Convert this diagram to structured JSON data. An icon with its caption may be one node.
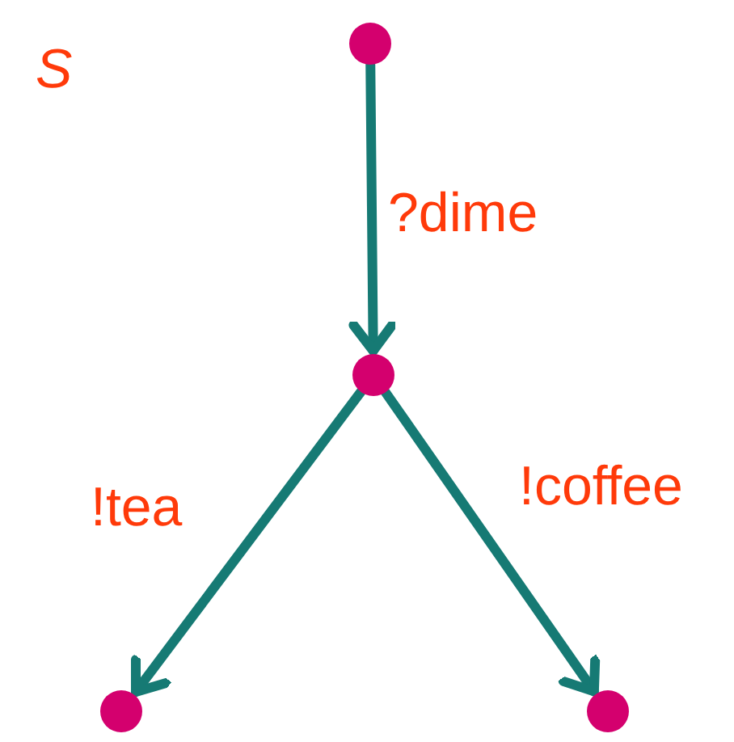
{
  "diagram": {
    "nodes": [
      {
        "text": [],
        "shape": "circle"
      },
      {
        "text": [],
        "shape": "circle"
      },
      {
        "text": [],
        "shape": "circle"
      },
      {
        "text": [],
        "shape": "circle"
      }
    ],
    "edges": [
      {
        "from": 0,
        "to": 1,
        "arrow": "to",
        "label": "?dime"
      },
      {
        "from": 1,
        "to": 2,
        "arrow": "to",
        "label": "!tea"
      },
      {
        "from": 1,
        "to": 3,
        "arrow": "to",
        "label": "!coffee"
      }
    ],
    "labels": [
      "S"
    ]
  }
}
